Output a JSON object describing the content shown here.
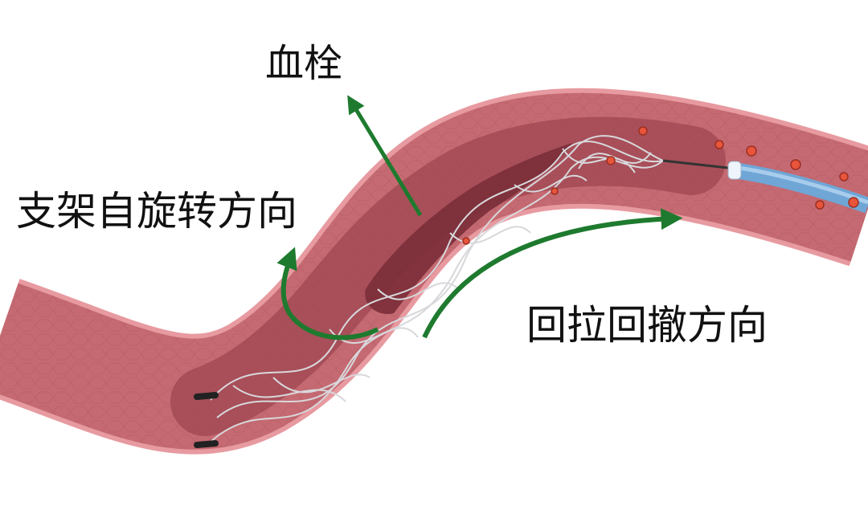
{
  "labels": {
    "thrombus": "血栓",
    "stent_rotation": "支架自旋转方向",
    "retraction": "回拉回撤方向"
  },
  "colors": {
    "arrow": "#1e7a2e",
    "vessel_wall": "#c56a72",
    "vessel_edge": "#e79aa0",
    "lumen": "#a24a55",
    "thrombus": "#7a2e38",
    "stent_wire": "#d8d8dc",
    "catheter": "#6fa6d6",
    "blood_cell": "#e8553a",
    "marker": "#222222"
  }
}
